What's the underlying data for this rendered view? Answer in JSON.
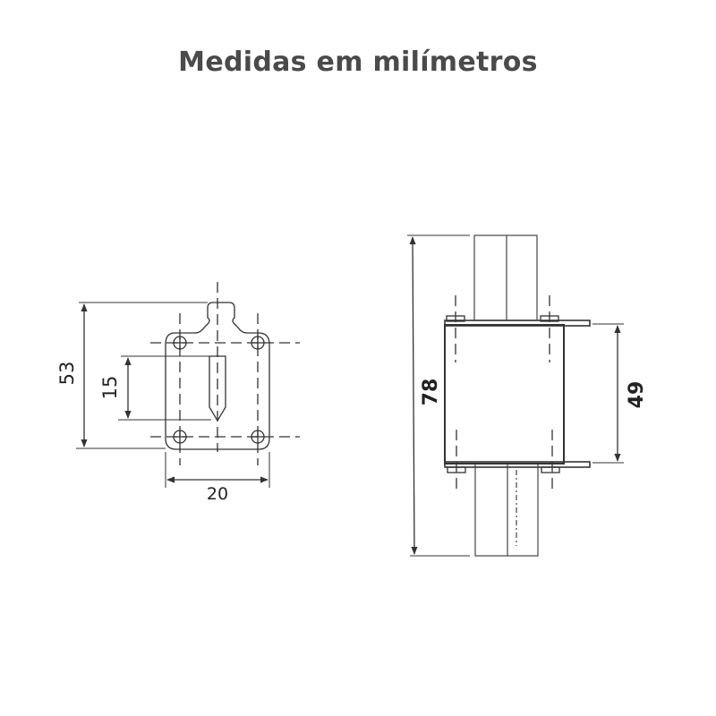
{
  "title": "Medidas em milímetros",
  "front_view": {
    "dimensions": {
      "height_total": "53",
      "slot_height": "15",
      "width": "20"
    }
  },
  "side_view": {
    "dimensions": {
      "height_total": "78",
      "body_height": "49"
    }
  },
  "colors": {
    "line": "#333333",
    "title": "#4a4a4a",
    "background": "#ffffff"
  }
}
